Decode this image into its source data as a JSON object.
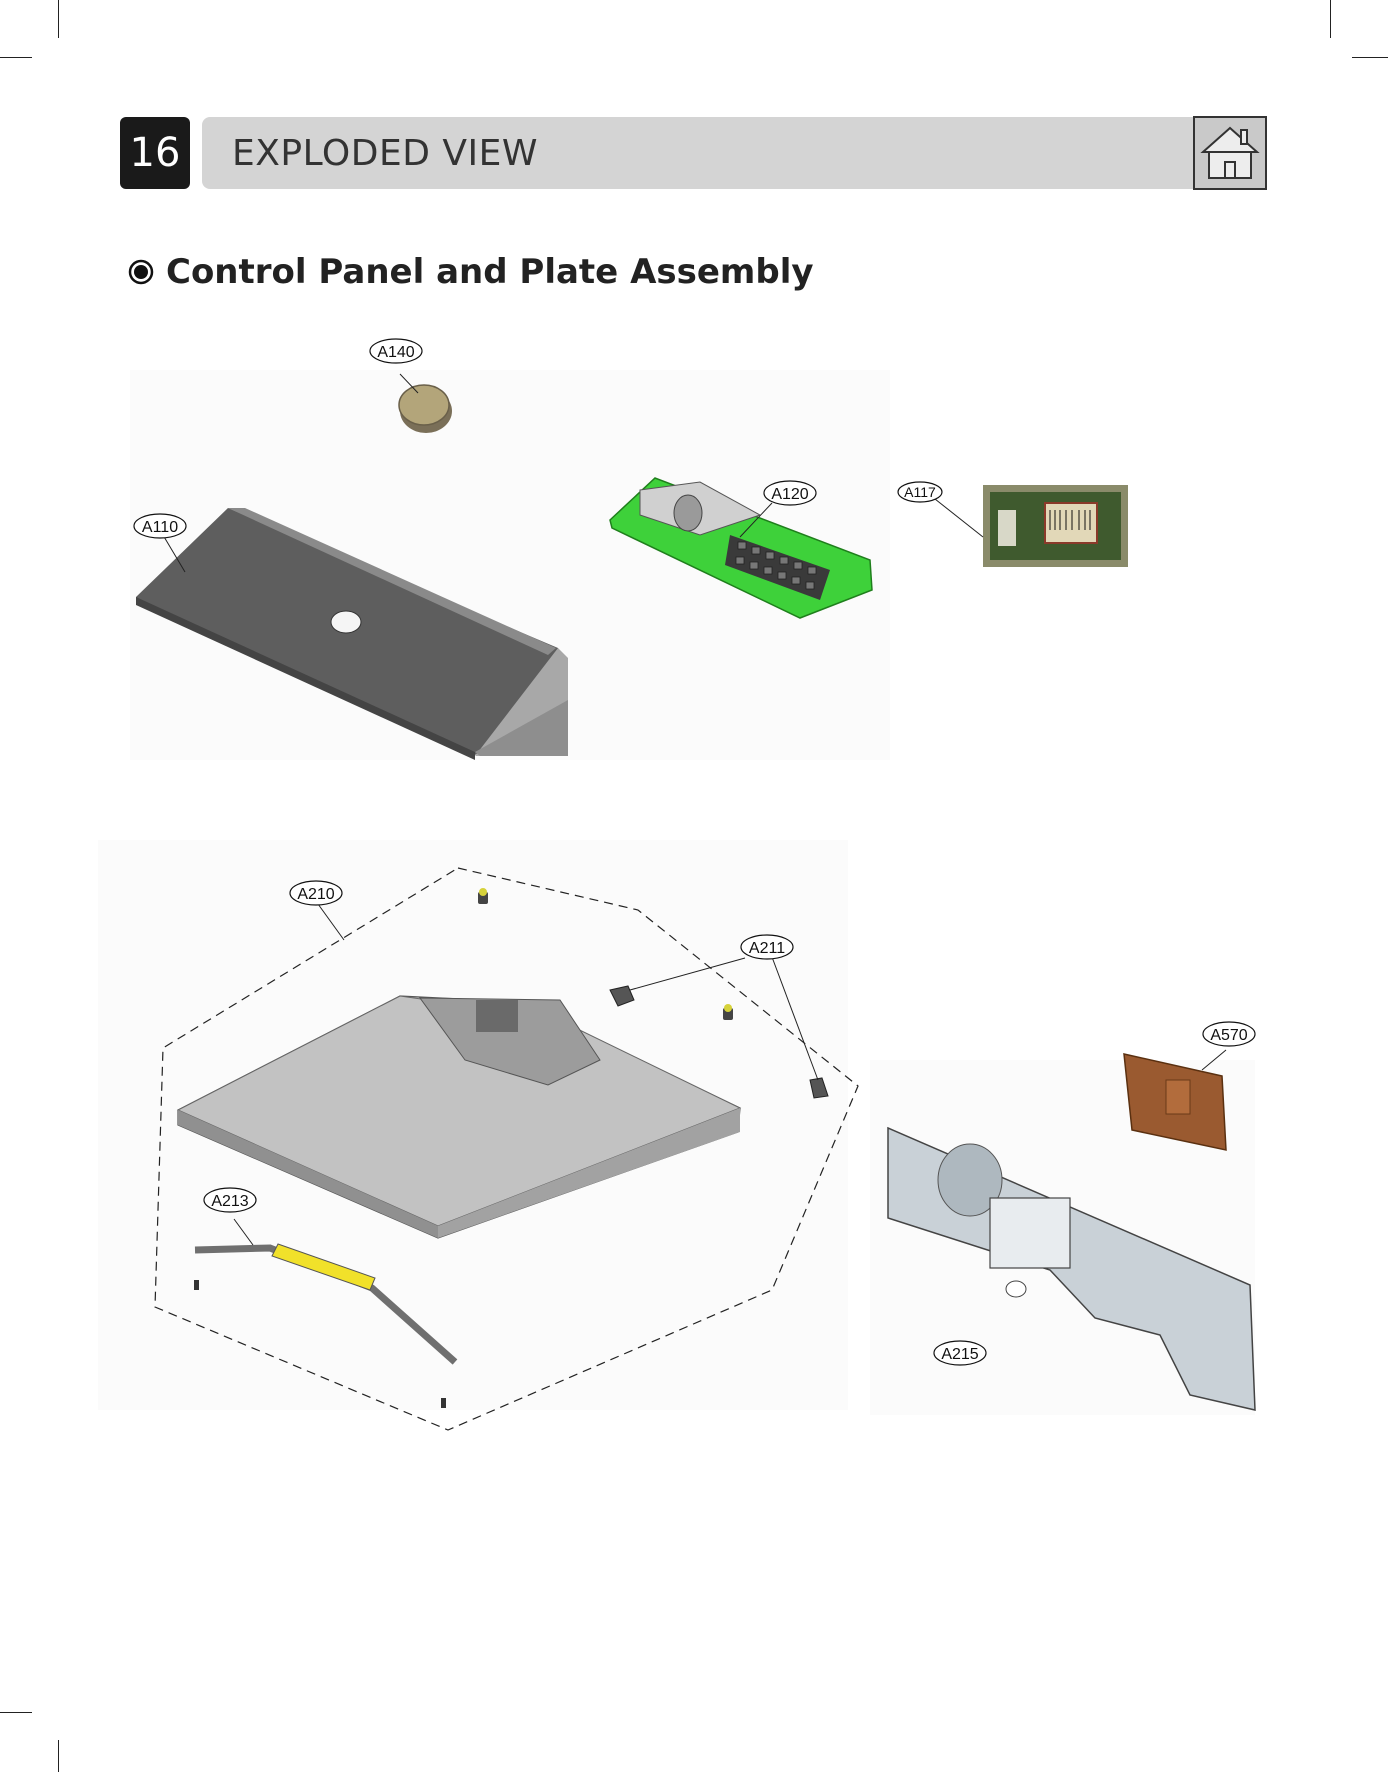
{
  "page": {
    "number": "16",
    "header_title": "EXPLODED VIEW",
    "home_icon": "home-icon"
  },
  "section": {
    "title": "Control Panel and Plate Assembly",
    "bullet_icon": "radio-bullet-icon"
  },
  "callouts": {
    "a140": "A140",
    "a120": "A120",
    "a117": "A117",
    "a110": "A110",
    "a210": "A210",
    "a211": "A211",
    "a570": "A570",
    "a213": "A213",
    "a215": "A215"
  },
  "colors": {
    "header_bar": "#d4d4d4",
    "page_number_bg": "#1a1a1a",
    "pcb_green": "#3ed13a",
    "knob_gold": "#a89a6a",
    "cover_brown": "#9a5a30",
    "highlight_yellow": "#f1e12a"
  }
}
